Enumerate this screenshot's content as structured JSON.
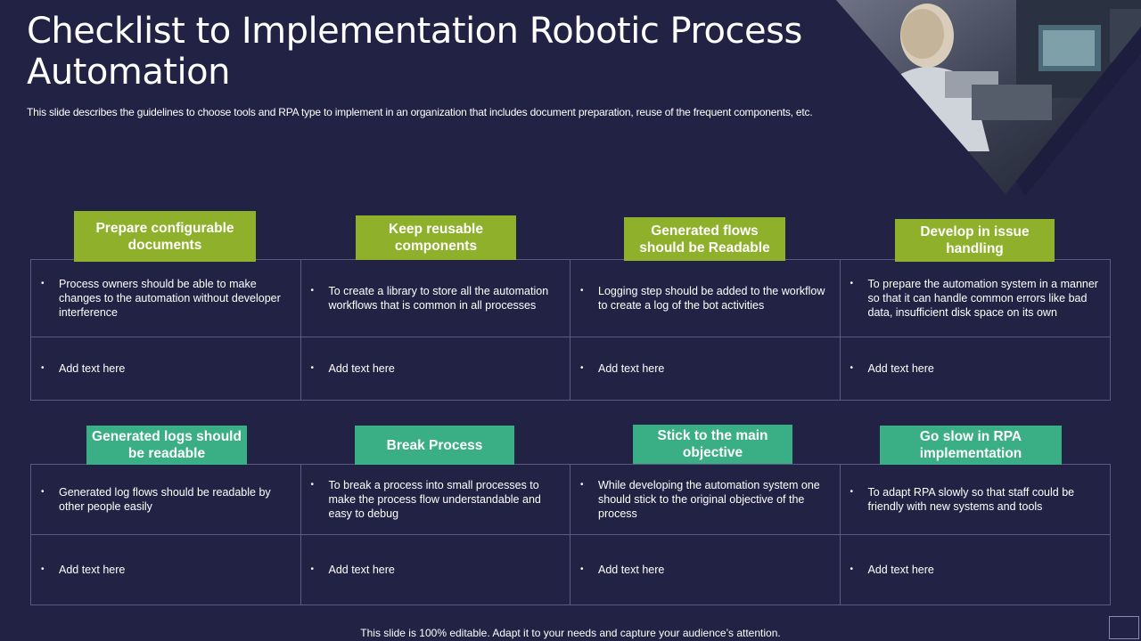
{
  "title": "Checklist to Implementation Robotic Process Automation",
  "subtitle": "This slide describes the guidelines to choose tools and RPA type to implement in an organization that includes document preparation, reuse of the frequent components, etc.",
  "colors": {
    "background": "#222244",
    "header_green": "#8fb02a",
    "header_teal": "#3aaf85",
    "grid_line": "#5a5a82"
  },
  "top_row": [
    {
      "header": "Prepare configurable documents",
      "point": "Process owners should be able to make changes to the automation without developer interference",
      "placeholder": "Add text here"
    },
    {
      "header": "Keep reusable components",
      "point": "To create a library to store all the automation workflows that is common in all processes",
      "placeholder": "Add text here"
    },
    {
      "header": "Generated flows should be Readable",
      "point": "Logging step should be added to the workflow to create a log of the bot activities",
      "placeholder": "Add text here"
    },
    {
      "header": "Develop in issue handling",
      "point": "To prepare the automation system in a manner so that it can handle common errors like bad data, insufficient disk space on its own",
      "placeholder": "Add text here"
    }
  ],
  "bottom_row": [
    {
      "header": "Generated logs should be readable",
      "point": "Generated log flows should be readable by other people easily",
      "placeholder": "Add text here"
    },
    {
      "header": "Break Process",
      "point": "To break a process into small processes to make the process flow understandable and easy to debug",
      "placeholder": "Add text here"
    },
    {
      "header": "Stick to the main objective",
      "point": "While developing the automation system one should stick to the original objective of the process",
      "placeholder": "Add text here"
    },
    {
      "header": "Go slow in RPA implementation",
      "point": "To adapt RPA slowly so that staff could be friendly with new systems and tools",
      "placeholder": "Add text here"
    }
  ],
  "footer": "This slide is 100% editable. Adapt it to your needs and capture your audience’s attention."
}
